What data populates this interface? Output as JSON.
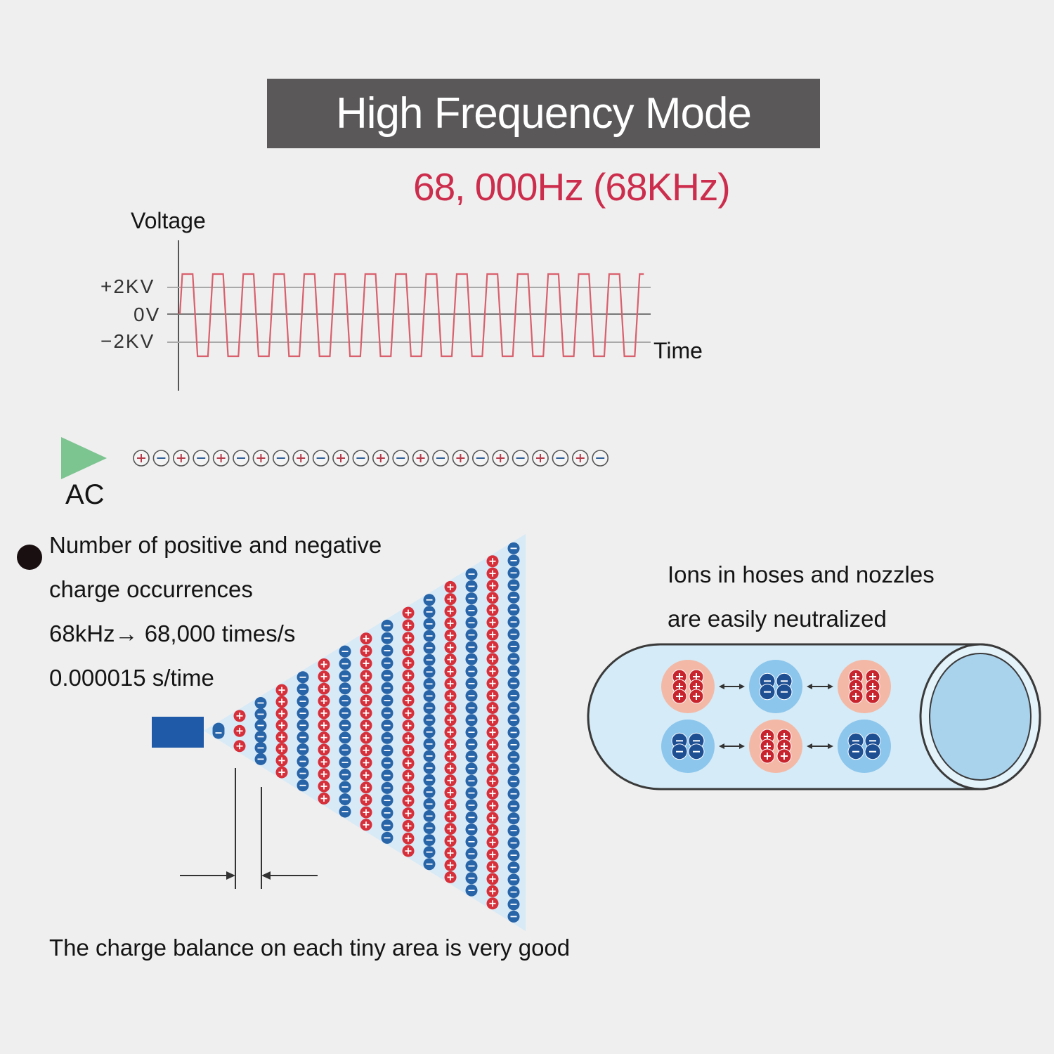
{
  "title": "High Frequency Mode",
  "frequency_label": "68, 000Hz (68KHz)",
  "waveform": {
    "y_axis_label": "Voltage",
    "x_axis_label": "Time",
    "ticks": [
      "+2KV",
      "0V",
      "−2KV"
    ],
    "cycles": 15,
    "colors": {
      "wave": "#d9606c",
      "axis": "#555555",
      "grid": "#a9a9a9"
    }
  },
  "ac": {
    "label": "AC",
    "arrow_color": "#7cc490",
    "ion_sequence": [
      "+",
      "-",
      "+",
      "-",
      "+",
      "-",
      "+",
      "-",
      "+",
      "-",
      "+",
      "-",
      "+",
      "-",
      "+",
      "-",
      "+",
      "-",
      "+",
      "-",
      "+",
      "-",
      "+",
      "-"
    ]
  },
  "description": {
    "lines": [
      "Number of positive and negative",
      "charge occurrences",
      "68kHz→ 68,000 times/s",
      "0.000015 s/time"
    ]
  },
  "spray": {
    "colors": {
      "positive": "#d7303a",
      "negative": "#2864a8",
      "nozzle": "#1f5aa8",
      "cone": "#d7eaf6"
    }
  },
  "hose": {
    "caption_lines": [
      "Ions in hoses and nozzles",
      "are easily neutralized"
    ],
    "ion_clusters": [
      [
        "+",
        "-",
        "+"
      ],
      [
        "-",
        "+",
        "-"
      ]
    ],
    "colors": {
      "tube": "#d5ebf7",
      "outline": "#3a3a3a",
      "end": "#a9d2ec"
    }
  },
  "footer": "The charge balance on each tiny area is very good"
}
